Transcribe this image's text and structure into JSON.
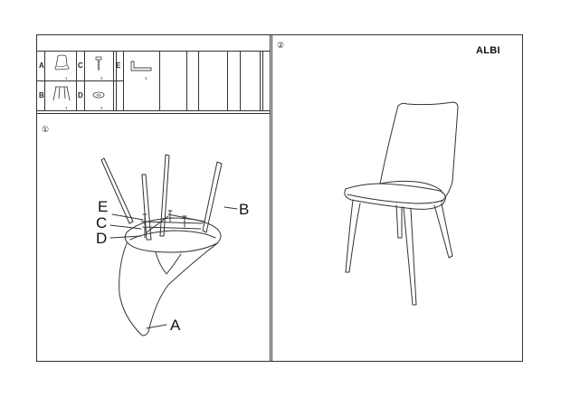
{
  "document": {
    "product_name": "ALBI",
    "steps": [
      {
        "number": "①"
      },
      {
        "number": "②"
      }
    ]
  },
  "parts": [
    {
      "letter": "A",
      "name": "seat-shell",
      "qty": "1",
      "icon": "chair-seat-icon"
    },
    {
      "letter": "B",
      "name": "leg-frame",
      "qty": "1",
      "icon": "legs-icon"
    },
    {
      "letter": "C",
      "name": "bolt",
      "qty": "4",
      "icon": "bolt-icon"
    },
    {
      "letter": "D",
      "name": "washer",
      "qty": "4",
      "icon": "washer-icon"
    },
    {
      "letter": "E",
      "name": "allen-key",
      "qty": "1",
      "icon": "allen-key-icon"
    }
  ],
  "callouts": {
    "A": "A",
    "B": "B",
    "C": "C",
    "D": "D",
    "E": "E"
  }
}
